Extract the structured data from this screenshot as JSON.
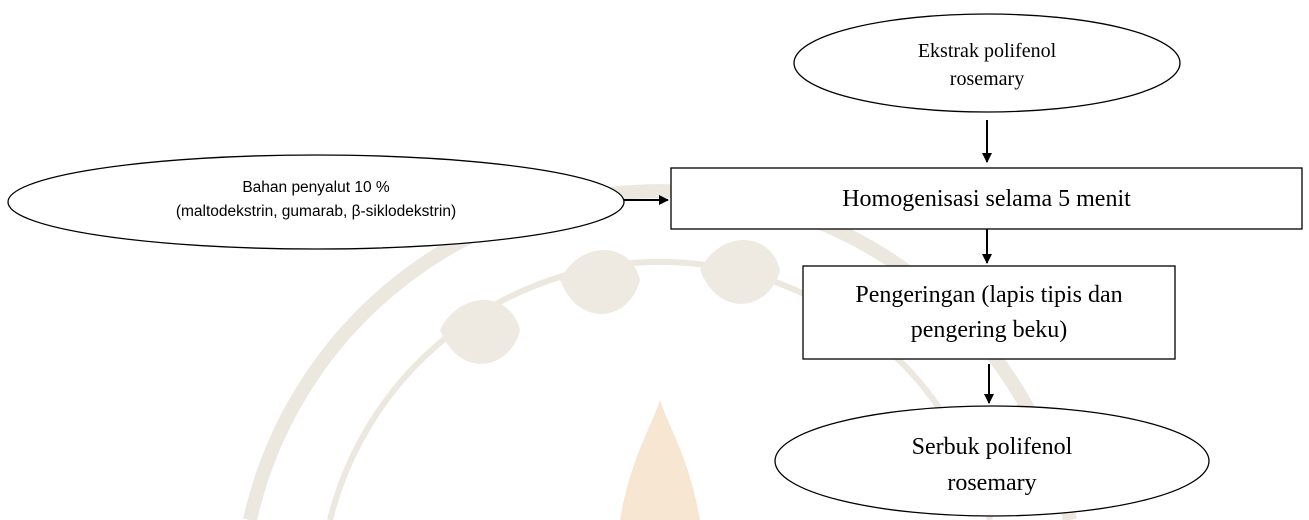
{
  "nodes": {
    "extract": {
      "line1": "Ekstrak polifenol",
      "line2": "rosemary"
    },
    "coating": {
      "line1": "Bahan penyalut 10 %",
      "line2": "(maltodekstrin, gumarab, β-siklodekstrin)"
    },
    "homogenize": {
      "label": "Homogenisasi selama 5 menit"
    },
    "drying": {
      "line1": "Pengeringan (lapis tipis dan",
      "line2": "pengering beku)"
    },
    "powder": {
      "line1": "Serbuk polifenol",
      "line2": "rosemary"
    }
  },
  "colors": {
    "stroke": "#000000",
    "watermark": "#ece8e0",
    "watermark_accent": "#f6e6d2"
  }
}
